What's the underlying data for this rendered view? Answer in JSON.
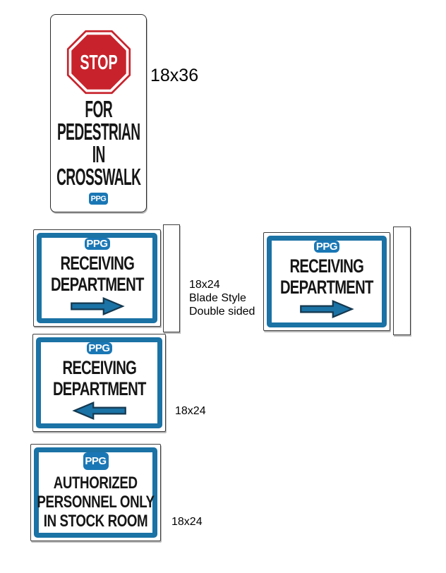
{
  "ppg_logo": "PPG",
  "colors": {
    "sign_blue": "#1a72a5",
    "logo_blue": "#1a77b5",
    "stop_red": "#c8232c",
    "text_black": "#161616"
  },
  "stop_sign": {
    "word": "STOP",
    "lines": [
      "FOR",
      "PEDESTRIAN",
      "IN",
      "CROSSWALK"
    ],
    "dim": "18x36"
  },
  "receiving_blade_left": {
    "line1": "RECEIVING",
    "line2": "DEPARTMENT",
    "arrow": "right",
    "dim": "18x24",
    "style": "Blade Style",
    "sided": "Double sided"
  },
  "receiving_blade_right": {
    "line1": "RECEIVING",
    "line2": "DEPARTMENT",
    "arrow": "right"
  },
  "receiving_left_arrow": {
    "line1": "RECEIVING",
    "line2": "DEPARTMENT",
    "arrow": "left",
    "dim": "18x24"
  },
  "authorized_sign": {
    "lines": [
      "AUTHORIZED",
      "PERSONNEL ONLY",
      "IN STOCK ROOM"
    ],
    "dim": "18x24"
  }
}
